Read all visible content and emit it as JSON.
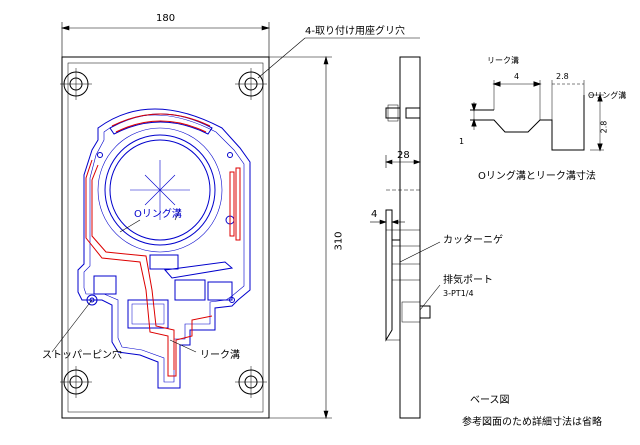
{
  "labels": {
    "dim_width": "180",
    "dim_height": "310",
    "mount_holes": "4-取り付け用座グリ穴",
    "oring_groove": "Oリング溝",
    "stopper_pin": "ストッパーピン穴",
    "leak_groove_main": "リーク溝",
    "dim_28": "28",
    "dim_4_side": "4",
    "cutter_nige": "カッターニゲ",
    "exhaust_port": "排気ポート",
    "exhaust_spec": "3-PT1/4",
    "detail_leak": "リーク溝",
    "detail_4": "4",
    "detail_2_8_top": "2.8",
    "detail_oring": "Oリング溝",
    "detail_1": "1",
    "detail_2_8_side": "2.8",
    "detail_caption": "Oリング溝とリーク溝寸法",
    "title": "ベース図",
    "note": "参考図面のため詳細寸法は省略"
  },
  "colors": {
    "outline": "#000000",
    "groove": "#0000cc",
    "leak": "#dd0000"
  }
}
